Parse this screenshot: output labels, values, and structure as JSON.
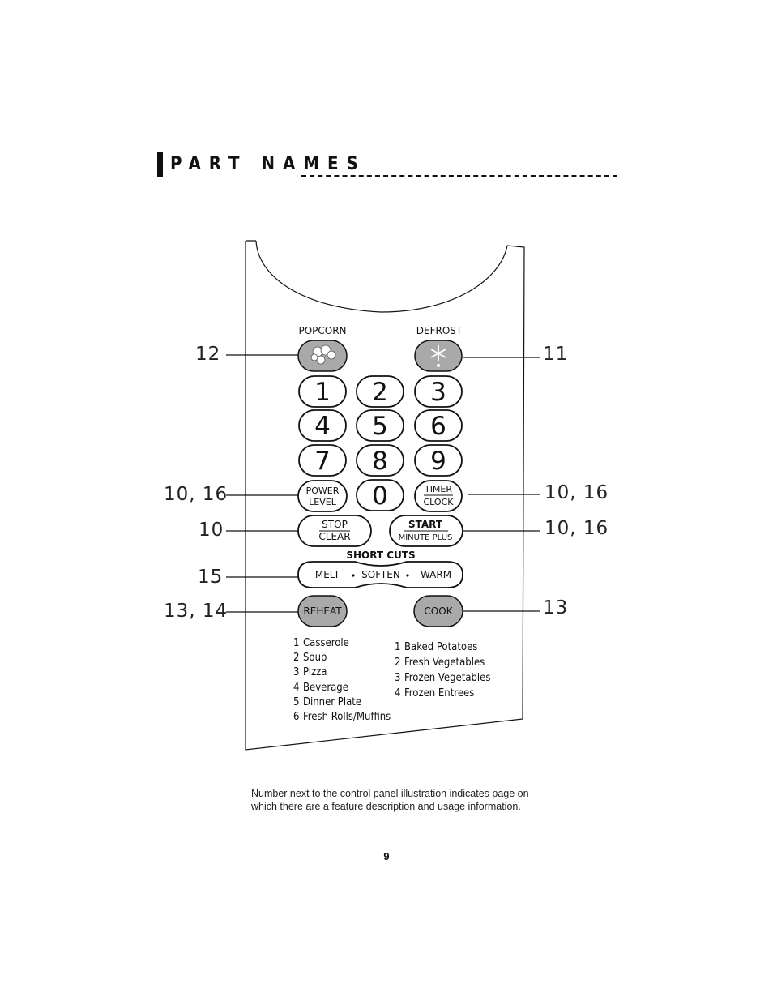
{
  "heading": {
    "title": "PART NAMES"
  },
  "panel": {
    "popcorn_label": "POPCORN",
    "defrost_label": "DEFROST",
    "keypad": [
      "1",
      "2",
      "3",
      "4",
      "5",
      "6",
      "7",
      "8",
      "9",
      "0"
    ],
    "power_level": [
      "POWER",
      "LEVEL"
    ],
    "timer_clock": [
      "TIMER",
      "CLOCK"
    ],
    "stop_clear": [
      "STOP",
      "CLEAR"
    ],
    "start_minute_plus": [
      "START",
      "MINUTE PLUS"
    ],
    "short_cuts_label": "SHORT CUTS",
    "short_cuts": [
      "MELT",
      "SOFTEN",
      "WARM"
    ],
    "reheat_label": "REHEAT",
    "cook_label": "COOK",
    "reheat_list": [
      {
        "n": "1",
        "label": "Casserole"
      },
      {
        "n": "2",
        "label": "Soup"
      },
      {
        "n": "3",
        "label": "Pizza"
      },
      {
        "n": "4",
        "label": "Beverage"
      },
      {
        "n": "5",
        "label": "Dinner Plate"
      },
      {
        "n": "6",
        "label": "Fresh Rolls/Muffins"
      }
    ],
    "cook_list": [
      {
        "n": "1",
        "label": "Baked Potatoes"
      },
      {
        "n": "2",
        "label": "Fresh Vegetables"
      },
      {
        "n": "3",
        "label": "Frozen Vegetables"
      },
      {
        "n": "4",
        "label": "Frozen Entrees"
      }
    ]
  },
  "callouts": {
    "popcorn": "12",
    "defrost": "11",
    "power_level": "10, 16",
    "timer_clock": "10, 16",
    "stop_clear": "10",
    "start": "10, 16",
    "short_cuts": "15",
    "reheat": "13, 14",
    "cook": "13"
  },
  "caption": "Number next to the control panel illustration indicates page on which there are a feature description and usage information.",
  "page_number": "9",
  "colors": {
    "ink": "#111111",
    "button_fill": "#a9a9a9"
  }
}
